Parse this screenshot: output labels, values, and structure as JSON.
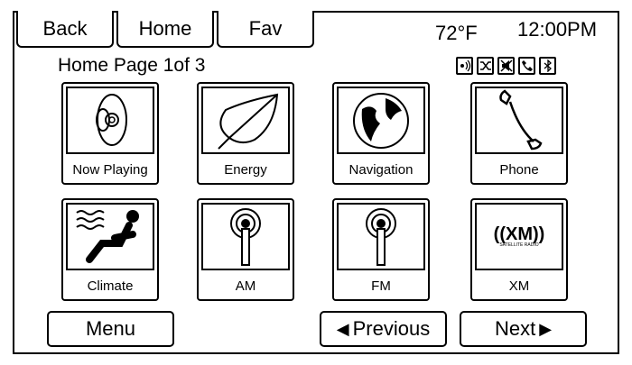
{
  "header": {
    "back": "Back",
    "home": "Home",
    "fav": "Fav",
    "temperature": "72°F",
    "time": "12:00PM"
  },
  "page_title": "Home Page 1of 3",
  "status_icons": [
    "voice-recognition-icon",
    "shuffle-icon",
    "mute-icon",
    "phone-icon",
    "bluetooth-icon"
  ],
  "tiles": [
    {
      "label": "Now Playing",
      "icon": "speaker-icon"
    },
    {
      "label": "Energy",
      "icon": "leaf-icon"
    },
    {
      "label": "Navigation",
      "icon": "globe-icon"
    },
    {
      "label": "Phone",
      "icon": "phone-handset-icon"
    },
    {
      "label": "Climate",
      "icon": "climate-seat-icon"
    },
    {
      "label": "AM",
      "icon": "antenna-icon"
    },
    {
      "label": "FM",
      "icon": "antenna-icon"
    },
    {
      "label": "XM",
      "icon": "xm-logo-icon",
      "logo_text": "XM",
      "logo_subtext": "SATELLITE RADIO"
    }
  ],
  "footer": {
    "menu": "Menu",
    "previous": "Previous",
    "next": "Next"
  }
}
